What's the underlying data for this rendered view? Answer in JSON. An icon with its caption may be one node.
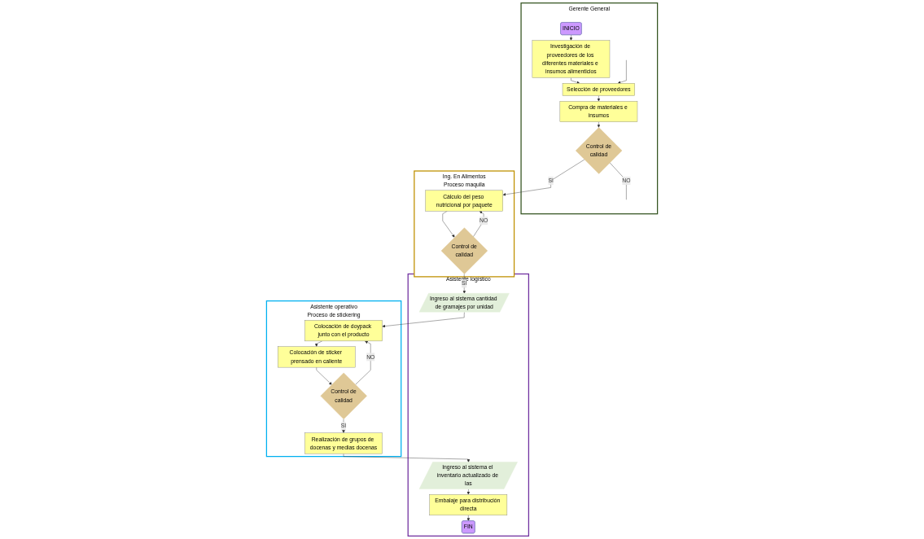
{
  "diagram": {
    "nodes": [
      {
        "text": [
          "Gerente General"
        ]
      },
      {
        "text": [
          "INICIO"
        ],
        "in": 0
      },
      {
        "text": [
          "Investigación de proveedores de los diferentes materiales e insumos alimenticios"
        ],
        "in": 0
      },
      {
        "text": [
          "Selección de proveedores"
        ],
        "in": 0
      },
      {
        "text": [
          "Compra de materiales e insumos"
        ],
        "in": 0
      },
      {
        "text": [
          "Control de calidad"
        ],
        "in": 0
      },
      {
        "text": [
          "Ing. En Alimentos",
          "Proceso maquila"
        ]
      },
      {
        "text": [
          "Cálculo del peso nutricional por paquete"
        ],
        "in": 6
      },
      {
        "text": [
          "Control de calidad"
        ],
        "in": 6
      },
      {
        "text": [
          "Asistente logístico"
        ]
      },
      {
        "text": [
          "Ingreso al sistema cantidad de gramajes por unidad"
        ],
        "in": 9
      },
      {
        "text": [
          "Ingreso al sistema el inventario actualizado de las"
        ],
        "in": 9
      },
      {
        "text": [
          "Embalaje para distribución directa"
        ],
        "in": 9
      },
      {
        "text": [
          "FIN"
        ],
        "in": 9
      },
      {
        "text": [
          "Asistente operativo",
          "Proceso de stickering"
        ]
      },
      {
        "text": [
          "Colocación de doypack junto con el producto"
        ],
        "in": 14
      },
      {
        "text": [
          "Colocación de sticker prensado en caliente"
        ],
        "in": 14
      },
      {
        "text": [
          "Control de calidad"
        ],
        "in": 14
      },
      {
        "text": [
          "Realización de grupos de docenas y medias docenas"
        ],
        "in": 14
      }
    ],
    "edges": [
      {
        "from": 1,
        "to": 2,
        "arrow": "to"
      },
      {
        "from": 2,
        "to": 3,
        "arrow": "to"
      },
      {
        "from": null,
        "to": 3,
        "arrow": "to"
      },
      {
        "from": 3,
        "to": 4,
        "arrow": "to"
      },
      {
        "from": 4,
        "to": 5,
        "arrow": "to"
      },
      {
        "from": 5,
        "to": null,
        "arrow": "none",
        "label": "NO"
      },
      {
        "from": 5,
        "to": 7,
        "arrow": "to",
        "label": "SI"
      },
      {
        "from": 7,
        "to": 8,
        "arrow": "to"
      },
      {
        "from": 8,
        "to": 7,
        "arrow": "to",
        "label": "NO"
      },
      {
        "from": 8,
        "to": 10,
        "arrow": "to",
        "label": "SI"
      },
      {
        "from": 10,
        "to": 15,
        "arrow": "to"
      },
      {
        "from": 15,
        "to": 16,
        "arrow": "to"
      },
      {
        "from": 16,
        "to": 17,
        "arrow": "to"
      },
      {
        "from": 17,
        "to": 15,
        "arrow": "to",
        "label": "NO"
      },
      {
        "from": 17,
        "to": 18,
        "arrow": "to",
        "label": "SI"
      },
      {
        "from": 18,
        "to": 11,
        "arrow": "to"
      },
      {
        "from": 11,
        "to": 12,
        "arrow": "to"
      },
      {
        "from": 12,
        "to": 13,
        "arrow": "to"
      }
    ]
  }
}
